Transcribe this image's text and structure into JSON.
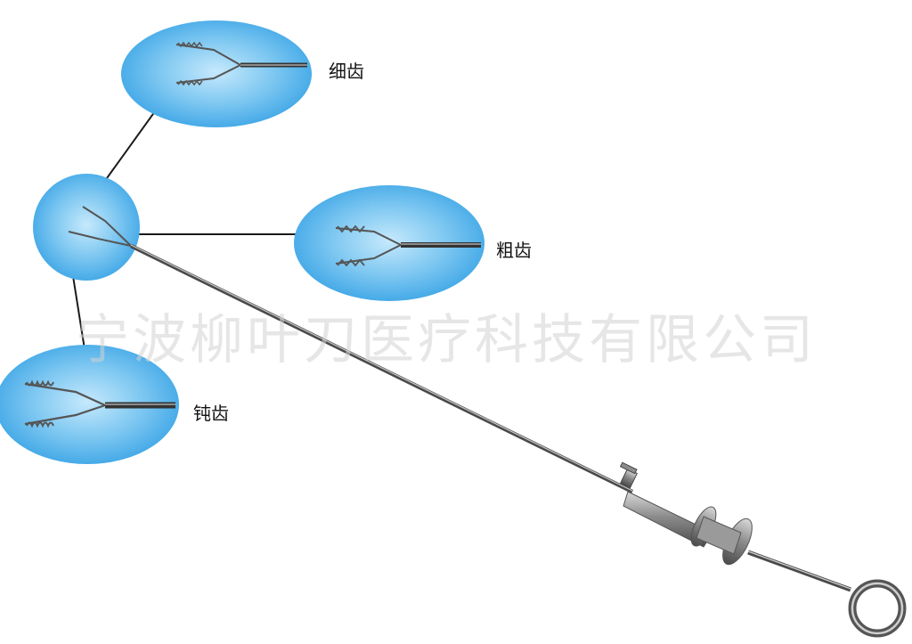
{
  "labels": {
    "fine_teeth": "细齿",
    "coarse_teeth": "粗齿",
    "blunt_teeth": "钝齿"
  },
  "watermark": "宁波柳叶刀医疗科技有限公司",
  "colors": {
    "bubble_center": "#bfe6fb",
    "bubble_edge": "#3fa6e6",
    "connector": "#1a1a1a",
    "metal": "#7a7a7a"
  }
}
